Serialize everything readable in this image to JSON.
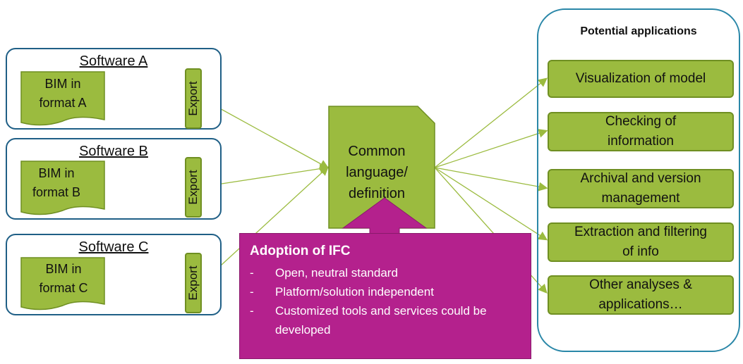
{
  "software": [
    {
      "title": "Software A",
      "doc_line1": "BIM in",
      "doc_line2": "format A",
      "export_label": "Export"
    },
    {
      "title": "Software B",
      "doc_line1": "BIM in",
      "doc_line2": "format B",
      "export_label": "Export"
    },
    {
      "title": "Software C",
      "doc_line1": "BIM in",
      "doc_line2": "format C",
      "export_label": "Export"
    }
  ],
  "common": {
    "line1": "Common",
    "line2": "language/",
    "line3": "definition"
  },
  "adoption": {
    "title": "Adoption of IFC",
    "items": [
      {
        "dash": "-",
        "text": "Open, neutral standard"
      },
      {
        "dash": "-",
        "text": "Platform/solution independent"
      },
      {
        "dash": "-",
        "text": "Customized tools and services could be developed"
      }
    ]
  },
  "applications": {
    "title": "Potential applications",
    "items": [
      {
        "line1": "Visualization of model",
        "line2": ""
      },
      {
        "line1": "Checking of",
        "line2": "information"
      },
      {
        "line1": "Archival and version",
        "line2": "management"
      },
      {
        "line1": "Extraction and filtering",
        "line2": "of info"
      },
      {
        "line1": "Other analyses &",
        "line2": "applications…"
      }
    ]
  },
  "colors": {
    "green": "#9bbb3f",
    "green_border": "#6f8f22",
    "magenta": "#b4218d",
    "blue": "#1f5f86",
    "teal": "#2a87a8"
  }
}
